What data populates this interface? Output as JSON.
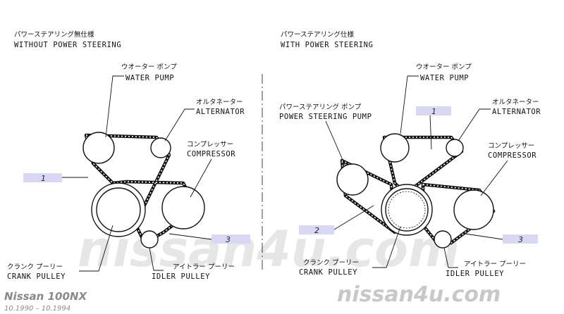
{
  "left": {
    "heading_jp": "パワーステアリング無仕様",
    "heading_en": "WITHOUT POWER STEERING",
    "water_pump_jp": "ウオーター ポンプ",
    "water_pump_en": "WATER PUMP",
    "alternator_jp": "オルタネーター",
    "alternator_en": "ALTERNATOR",
    "compressor_jp": "コンプレッサー",
    "compressor_en": "COMPRESSOR",
    "crank_jp": "クランク プーリー",
    "crank_en": "CRANK PULLEY",
    "idler_jp": "アイトラー プーリー",
    "idler_en": "IDLER PULLEY",
    "callout_1": "1",
    "callout_3": "3"
  },
  "right": {
    "heading_jp": "パワーステアリング仕様",
    "heading_en": "WITH POWER STEERING",
    "water_pump_jp": "ウオーター ポンプ",
    "water_pump_en": "WATER PUMP",
    "alternator_jp": "オルタネーター",
    "alternator_en": "ALTERNATOR",
    "ps_pump_jp": "パワーステアリング ポンプ",
    "ps_pump_en": "POWER STEERING PUMP",
    "compressor_jp": "コンプレッサー",
    "compressor_en": "COMPRESSOR",
    "crank_jp": "クランク プーリー",
    "crank_en": "CRANK PULLEY",
    "idler_jp": "アイトラー プーリー",
    "idler_en": "IDLER PULLEY",
    "callout_1": "1",
    "callout_2": "2",
    "callout_3": "3"
  },
  "footer": {
    "model": "Nissan 100NX",
    "years": "10.1990 – 10.1994",
    "site": "nissan4u.com",
    "watermark": "nissan4u.com"
  },
  "colors": {
    "callout_box": "#d8d8f4",
    "watermark": "#c8c8c8",
    "footer_text": "#8a8a8a"
  }
}
